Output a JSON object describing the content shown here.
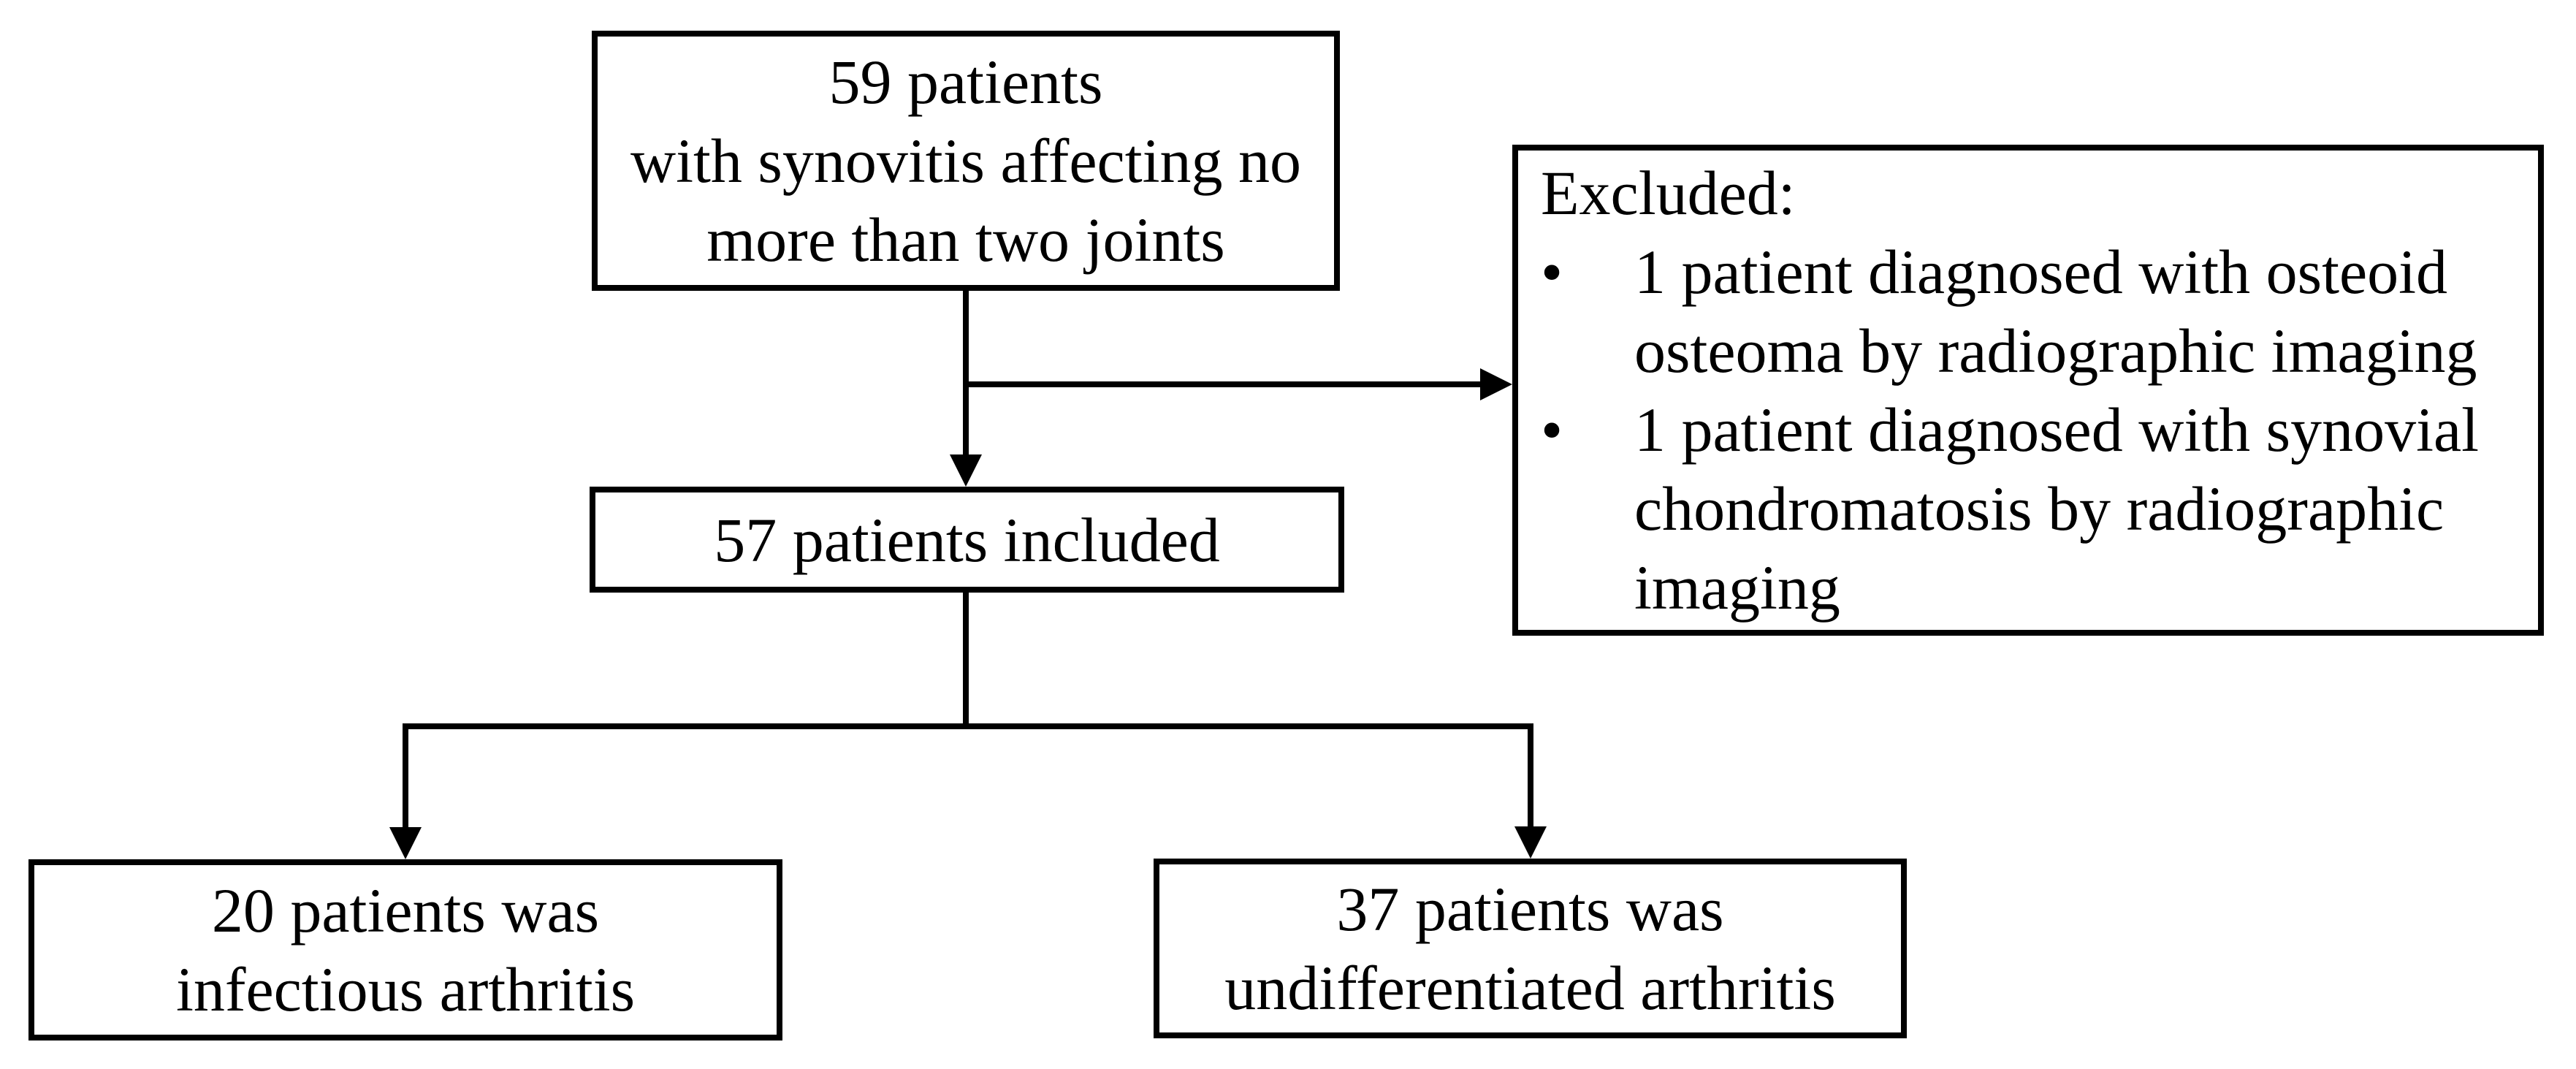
{
  "figure": {
    "type": "patient-flow-diagram",
    "background_color": "#ffffff",
    "line_color": "#000000",
    "text_color": "#000000",
    "nodes": {
      "enrolled": {
        "lines": [
          "59 patients",
          "with synovitis affecting no more than two joints"
        ]
      },
      "excluded": {
        "heading": "Excluded:",
        "bullet_glyph": "•",
        "items": [
          "1 patient diagnosed with osteoid osteoma by radiographic imaging",
          "1 patient diagnosed with synovial chondromatosis by radiographic imaging"
        ]
      },
      "included": {
        "lines": [
          "57 patients included"
        ]
      },
      "infectious": {
        "lines": [
          "20 patients was",
          "infectious arthritis"
        ]
      },
      "undifferentiated": {
        "lines": [
          "37 patients was",
          "undifferentiated arthritis"
        ]
      }
    },
    "edges": [
      "enrolled -> included",
      "enrolled -> excluded",
      "included -> infectious",
      "included -> undifferentiated"
    ]
  }
}
